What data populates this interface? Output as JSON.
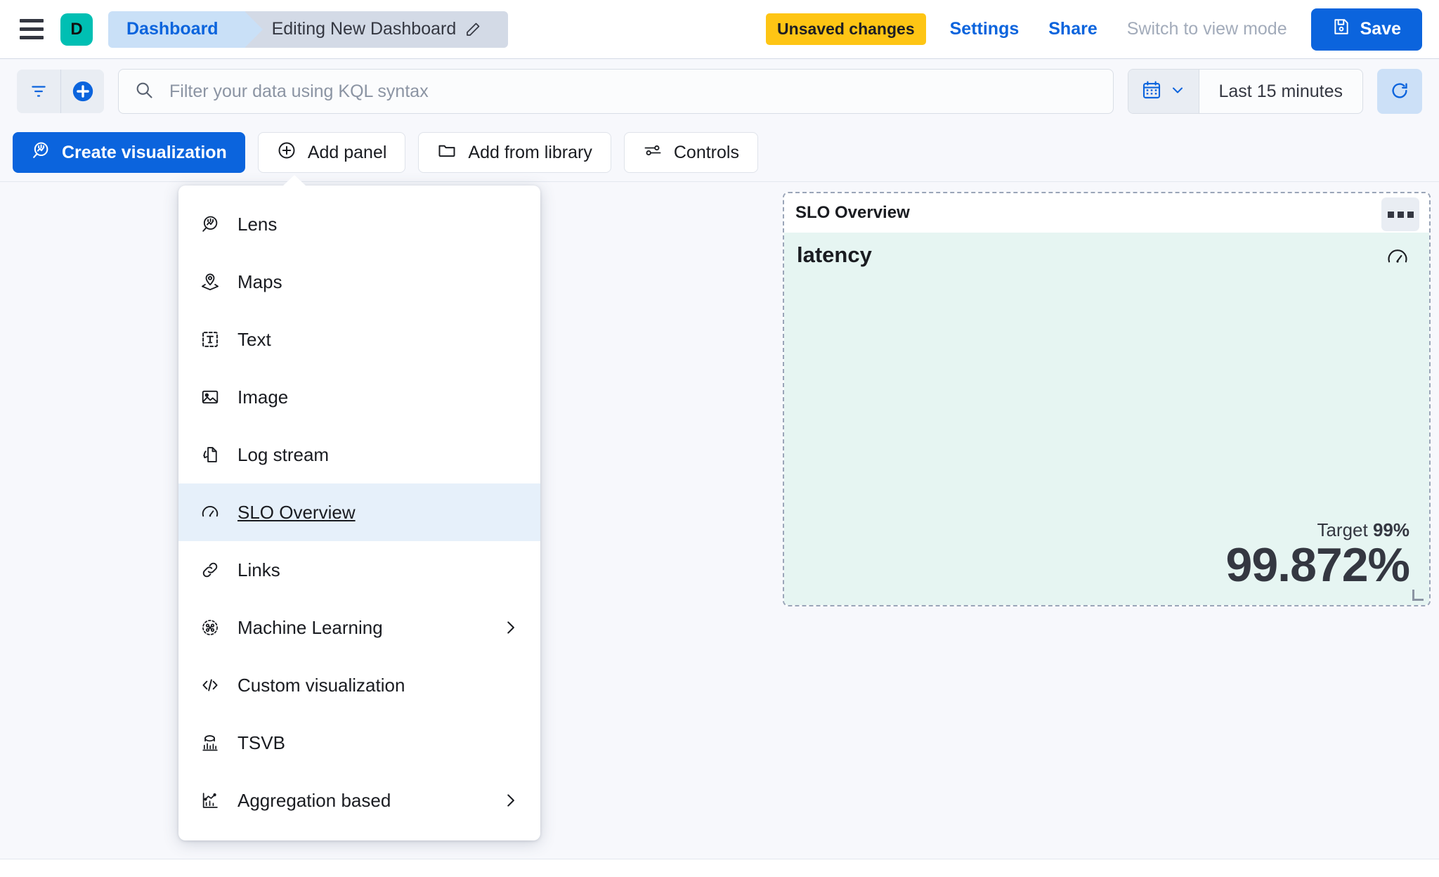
{
  "header": {
    "menu_icon": "hamburger-menu-icon",
    "space_avatar": "D",
    "breadcrumbs": [
      {
        "label": "Dashboard"
      },
      {
        "label": "Editing New Dashboard",
        "icon": "pencil-icon"
      }
    ],
    "unsaved_badge": "Unsaved changes",
    "settings_label": "Settings",
    "share_label": "Share",
    "view_mode_label": "Switch to view mode",
    "save_label": "Save",
    "save_icon": "save-disk-icon"
  },
  "querybar": {
    "filter_icon": "filter-icon",
    "add_filter_icon": "plus-circle-icon",
    "search_icon": "search-icon",
    "search_value": "",
    "search_placeholder": "Filter your data using KQL syntax",
    "calendar_icon": "calendar-icon",
    "chevron_icon": "chevron-down-icon",
    "time_range": "Last 15 minutes",
    "refresh_icon": "refresh-icon"
  },
  "toolbar": {
    "create_visualization": "Create visualization",
    "create_visualization_icon": "lens-icon",
    "add_panel": "Add panel",
    "add_panel_icon": "plus-circle-icon",
    "add_from_library": "Add from library",
    "add_from_library_icon": "folder-icon",
    "controls": "Controls",
    "controls_icon": "controls-sliders-icon"
  },
  "add_panel_menu": {
    "items": [
      {
        "label": "Lens",
        "icon": "lens-icon",
        "has_submenu": false,
        "selected": false
      },
      {
        "label": "Maps",
        "icon": "maps-pin-icon",
        "has_submenu": false,
        "selected": false
      },
      {
        "label": "Text",
        "icon": "text-box-icon",
        "has_submenu": false,
        "selected": false
      },
      {
        "label": "Image",
        "icon": "image-icon",
        "has_submenu": false,
        "selected": false
      },
      {
        "label": "Log stream",
        "icon": "log-stream-icon",
        "has_submenu": false,
        "selected": false
      },
      {
        "label": "SLO Overview",
        "icon": "gauge-icon",
        "has_submenu": false,
        "selected": true
      },
      {
        "label": "Links",
        "icon": "link-icon",
        "has_submenu": false,
        "selected": false
      },
      {
        "label": "Machine Learning",
        "icon": "ml-nodes-icon",
        "has_submenu": true,
        "selected": false
      },
      {
        "label": "Custom visualization",
        "icon": "code-icon",
        "has_submenu": false,
        "selected": false
      },
      {
        "label": "TSVB",
        "icon": "tsvb-icon",
        "has_submenu": false,
        "selected": false
      },
      {
        "label": "Aggregation based",
        "icon": "agg-chart-icon",
        "has_submenu": true,
        "selected": false
      }
    ]
  },
  "slo_panel": {
    "title": "SLO Overview",
    "context_menu_icon": "three-dots-icon",
    "slo_name": "latency",
    "gauge_icon": "gauge-icon",
    "target_label": "Target",
    "target_value": "99%",
    "sli_value": "99.872%",
    "background_color": "#e6f5f2"
  }
}
